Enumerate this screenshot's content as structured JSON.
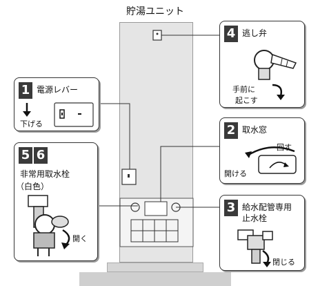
{
  "title": "貯湯ユニット",
  "panels": {
    "p1": {
      "number": "1",
      "label": "電源レバー",
      "action": "下げる"
    },
    "p4": {
      "number": "4",
      "label": "逃し弁",
      "action_line1": "手前に",
      "action_line2": "起こす"
    },
    "p2": {
      "number": "2",
      "label": "取水窓",
      "action_turn": "回す",
      "action_open": "開ける"
    },
    "p56": {
      "number_a": "5",
      "number_b": "6",
      "label_line1": "非常用取水栓",
      "label_line2": "（白色）",
      "action": "開く"
    },
    "p3": {
      "number": "3",
      "label_line1": "給水配管専用",
      "label_line2": "止水栓",
      "action": "閉じる"
    }
  }
}
